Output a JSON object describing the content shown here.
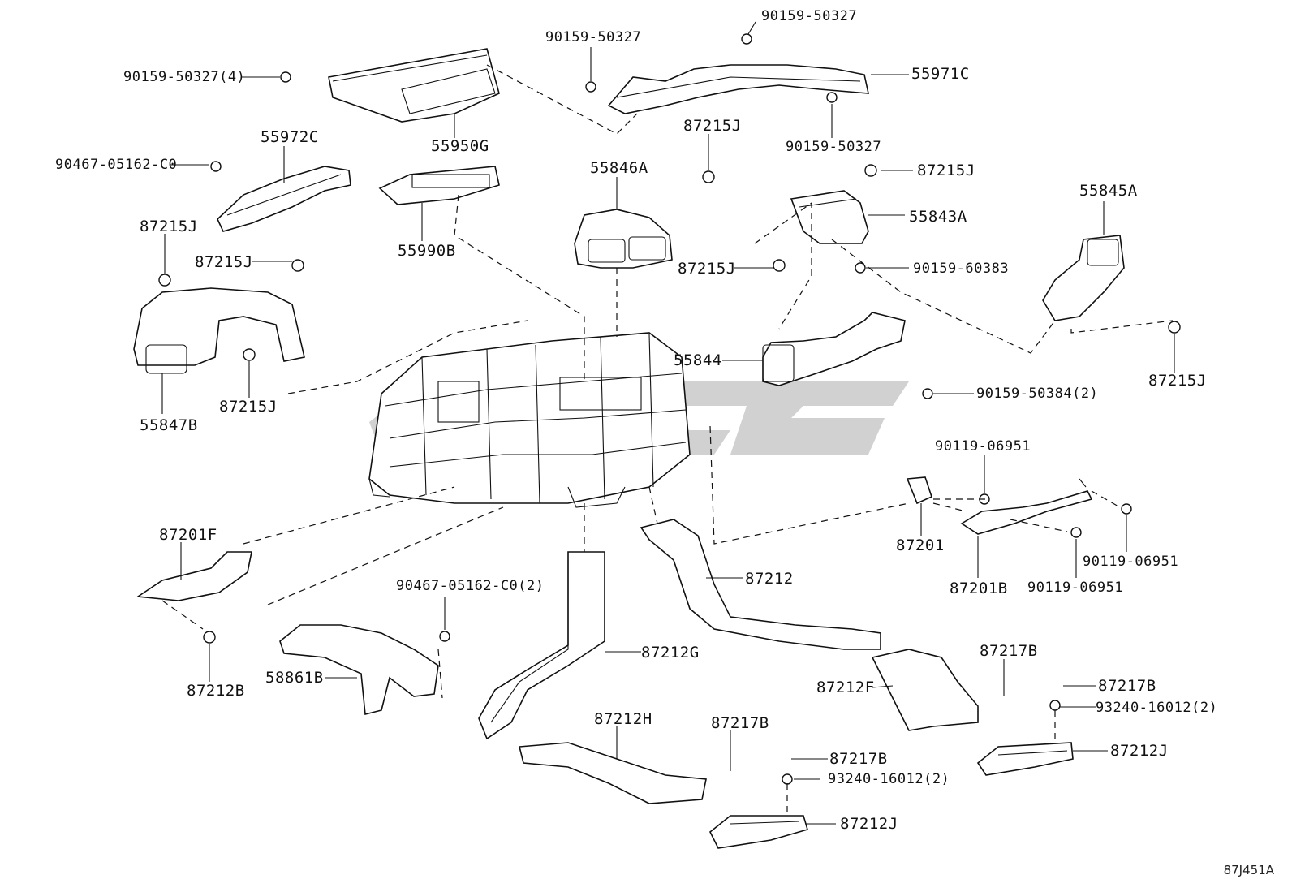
{
  "diagram_id": "87J451A",
  "callouts": {
    "c01": "90159-50327(4)",
    "c02": "90159-50327",
    "c03": "90159-50327",
    "c04": "55971C",
    "c05": "90159-50327",
    "c06": "55972C",
    "c07": "55950G",
    "c08": "87215J",
    "c09": "90467-05162-C0",
    "c10": "55846A",
    "c11": "87215J",
    "c12": "55845A",
    "c13": "55843A",
    "c14": "87215J",
    "c15": "55990B",
    "c16": "87215J",
    "c17": "90159-60383",
    "c18": "87215J",
    "c19": "55844",
    "c20": "87215J",
    "c21": "90159-50384(2)",
    "c22": "87215J",
    "c23": "55847B",
    "c24": "90119-06951",
    "c25": "87201F",
    "c26": "87201",
    "c27": "90119-06951",
    "c28": "87212",
    "c29": "87201B",
    "c30": "90119-06951",
    "c31": "90467-05162-C0(2)",
    "c32": "87212G",
    "c33": "87217B",
    "c34": "87212B",
    "c35": "58861B",
    "c36": "87212F",
    "c37": "87217B",
    "c38": "87212H",
    "c39": "87217B",
    "c40": "93240-16012(2)",
    "c41": "87217B",
    "c42": "87212J",
    "c43": "93240-16012(2)",
    "c44": "87212J"
  },
  "watermark_text": "vag",
  "colors": {
    "line": "#111111",
    "watermark": "#c9c9c9",
    "background": "#ffffff"
  }
}
